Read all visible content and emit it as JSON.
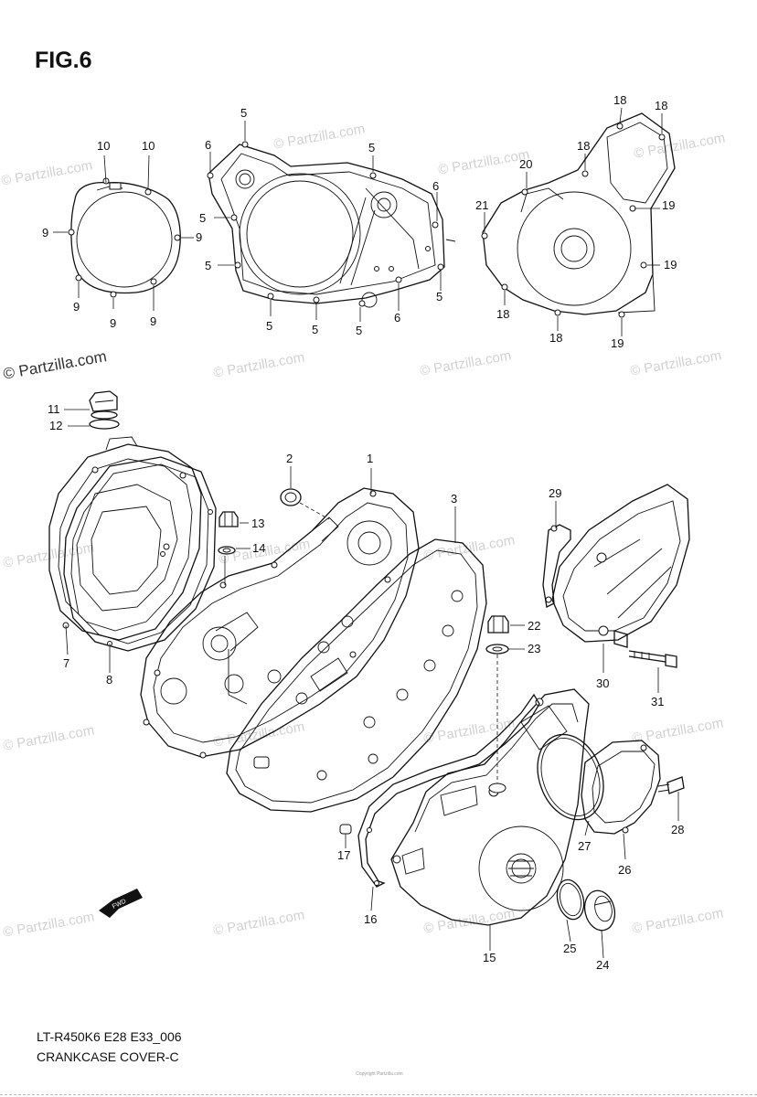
{
  "figure": {
    "title": "FIG.6",
    "model_code": "LT-R450K6 E28 E33_006",
    "caption": "CRANKCASE COVER-C",
    "footer_note": "Copyright Partzilla.com"
  },
  "watermark": {
    "text": "© Partzilla.com",
    "dark_text": "© Partzilla.com"
  },
  "callouts": {
    "c1": "1",
    "c2": "2",
    "c3": "3",
    "c5": "5",
    "c6": "6",
    "c7": "7",
    "c8": "8",
    "c9": "9",
    "c10": "10",
    "c11": "11",
    "c12": "12",
    "c13": "13",
    "c14": "14",
    "c15": "15",
    "c16": "16",
    "c17": "17",
    "c18": "18",
    "c19": "19",
    "c20": "20",
    "c21": "21",
    "c22": "22",
    "c23": "23",
    "c24": "24",
    "c25": "25",
    "c26": "26",
    "c27": "27",
    "c28": "28",
    "c29": "29",
    "c30": "30",
    "c31": "31"
  },
  "fwd_label": "FWD"
}
